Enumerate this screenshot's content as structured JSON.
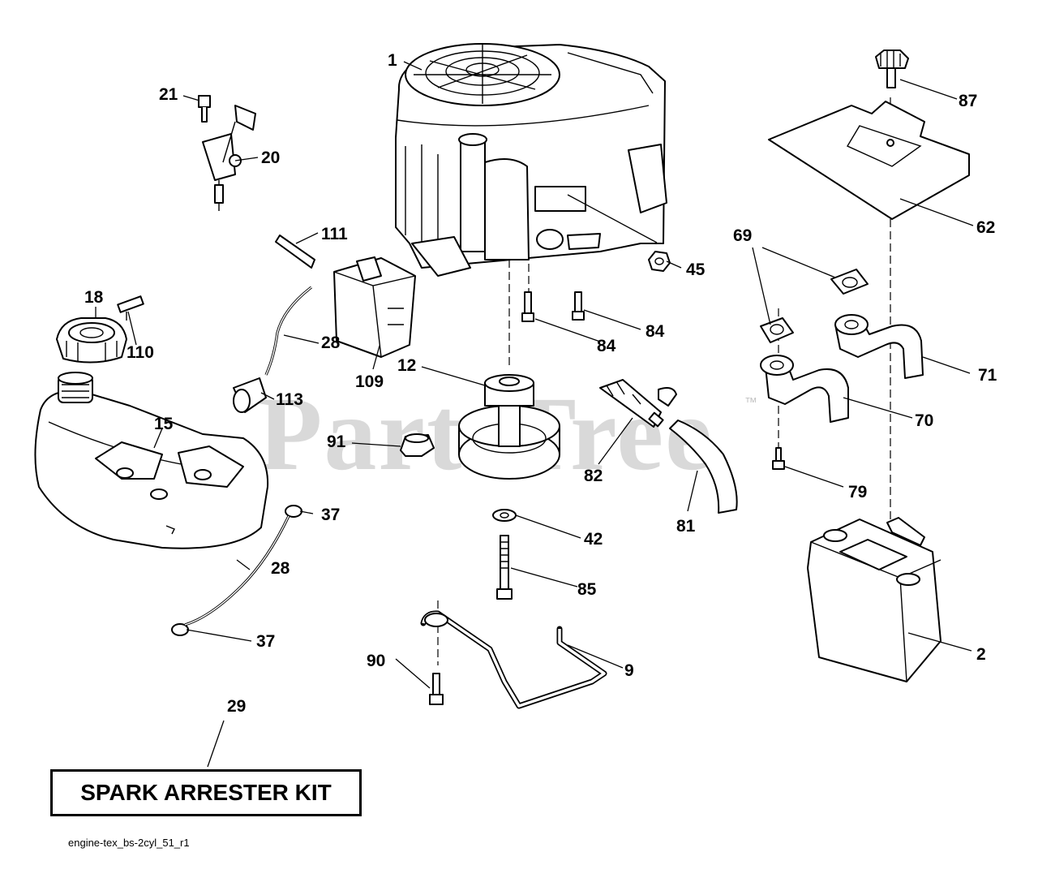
{
  "watermark": {
    "text": "PartsTree",
    "trademark": "™"
  },
  "kit_box_label": "SPARK ARRESTER KIT",
  "footer_code": "engine-tex_bs-2cyl_51_r1",
  "callouts": {
    "c1": "1",
    "c2": "2",
    "c9": "9",
    "c12": "12",
    "c15": "15",
    "c18": "18",
    "c20": "20",
    "c21": "21",
    "c28a": "28",
    "c28b": "28",
    "c29": "29",
    "c37a": "37",
    "c37b": "37",
    "c42": "42",
    "c45": "45",
    "c62": "62",
    "c69": "69",
    "c70": "70",
    "c71": "71",
    "c79": "79",
    "c81": "81",
    "c82": "82",
    "c84a": "84",
    "c84b": "84",
    "c85": "85",
    "c87": "87",
    "c90": "90",
    "c91": "91",
    "c109": "109",
    "c110": "110",
    "c111": "111",
    "c113": "113"
  }
}
